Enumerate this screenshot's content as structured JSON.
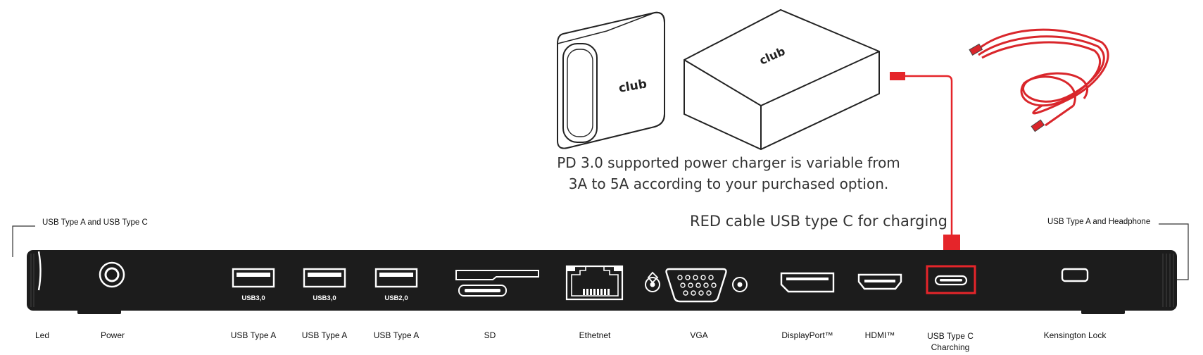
{
  "charger_caption": {
    "line1": "PD 3.0 supported power charger is variable from",
    "line2": "3A to 5A according to your purchased option."
  },
  "red_cable_caption": "RED cable  USB type C for charging",
  "side_labels": {
    "left": "USB Type A and USB Type C",
    "right": "USB Type A and Headphone"
  },
  "port_texts": [
    "USB3,0",
    "USB3,0",
    "USB2,0"
  ],
  "ports": [
    {
      "label": "Led"
    },
    {
      "label": "Power"
    },
    {
      "label": "USB Type A"
    },
    {
      "label": "USB Type A"
    },
    {
      "label": "USB Type A"
    },
    {
      "label": "SD"
    },
    {
      "label": "Ethetnet"
    },
    {
      "label": "VGA"
    },
    {
      "label": "DisplayPort™"
    },
    {
      "label": "HDMI™"
    },
    {
      "label": "USB Type C",
      "label2": "Charching"
    },
    {
      "label": "Kensington Lock"
    }
  ],
  "brand_logo": "club",
  "colors": {
    "accent_red": "#e5252a",
    "dock_body": "#1c1c1c"
  }
}
